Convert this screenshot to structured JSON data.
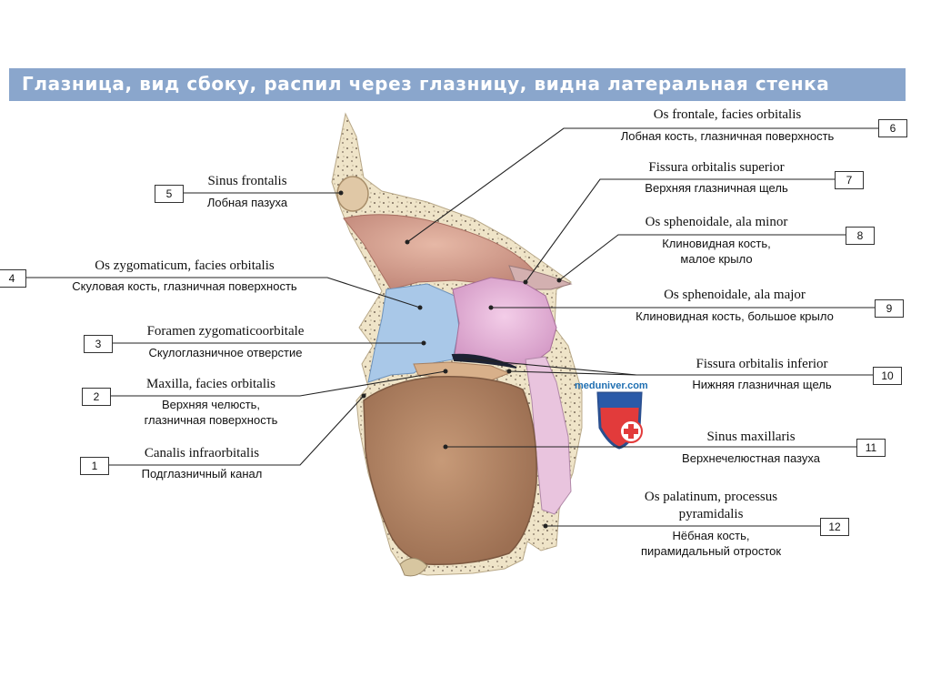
{
  "title": "Глазница, вид сбоку, распил через глазницу, видна латеральная стенка",
  "watermark": "meduniver.com",
  "colors": {
    "title_bar": "#8aa6cc",
    "frontal_bone": "#d4a08f",
    "sphenoid_major": "#e4b6d8",
    "zygomatic": "#a9c8e8",
    "maxillary_sinus": "#b98b6a",
    "cancellous_bone": "#efe4c8",
    "leader_line": "#222222"
  },
  "labels": [
    {
      "id": "1",
      "number": "1",
      "latin": "Canalis infraorbitalis",
      "russian": [
        "Подглазничный канал"
      ]
    },
    {
      "id": "2",
      "number": "2",
      "latin": "Maxilla, facies orbitalis",
      "russian": [
        "Верхняя челюсть,",
        "глазничная поверхность"
      ]
    },
    {
      "id": "3",
      "number": "3",
      "latin": "Foramen zygomaticoorbitale",
      "russian": [
        "Скулоглазничное отверстие"
      ]
    },
    {
      "id": "4",
      "number": "4",
      "latin": "Os zygomaticum, facies orbitalis",
      "russian": [
        "Скуловая кость, глазничная поверхность"
      ]
    },
    {
      "id": "5",
      "number": "5",
      "latin": "Sinus frontalis",
      "russian": [
        "Лобная пазуха"
      ]
    },
    {
      "id": "6",
      "number": "6",
      "latin": "Os frontale, facies orbitalis",
      "russian": [
        "Лобная кость, глазничная поверхность"
      ]
    },
    {
      "id": "7",
      "number": "7",
      "latin": "Fissura orbitalis superior",
      "russian": [
        "Верхняя глазничная щель"
      ]
    },
    {
      "id": "8",
      "number": "8",
      "latin": "Os sphenoidale, ala minor",
      "russian": [
        "Клиновидная кость,",
        "малое крыло"
      ]
    },
    {
      "id": "9",
      "number": "9",
      "latin": "Os sphenoidale, ala major",
      "russian": [
        "Клиновидная кость, большое крыло"
      ]
    },
    {
      "id": "10",
      "number": "10",
      "latin": "Fissura orbitalis inferior",
      "russian": [
        "Нижняя глазничная щель"
      ]
    },
    {
      "id": "11",
      "number": "11",
      "latin": "Sinus maxillaris",
      "russian": [
        "Верхнечелюстная пазуха"
      ]
    },
    {
      "id": "12",
      "number": "12",
      "latin": [
        "Os palatinum, processus",
        "pyramidalis"
      ],
      "russian": [
        "Нёбная кость,",
        "пирамидальный отросток"
      ]
    }
  ]
}
